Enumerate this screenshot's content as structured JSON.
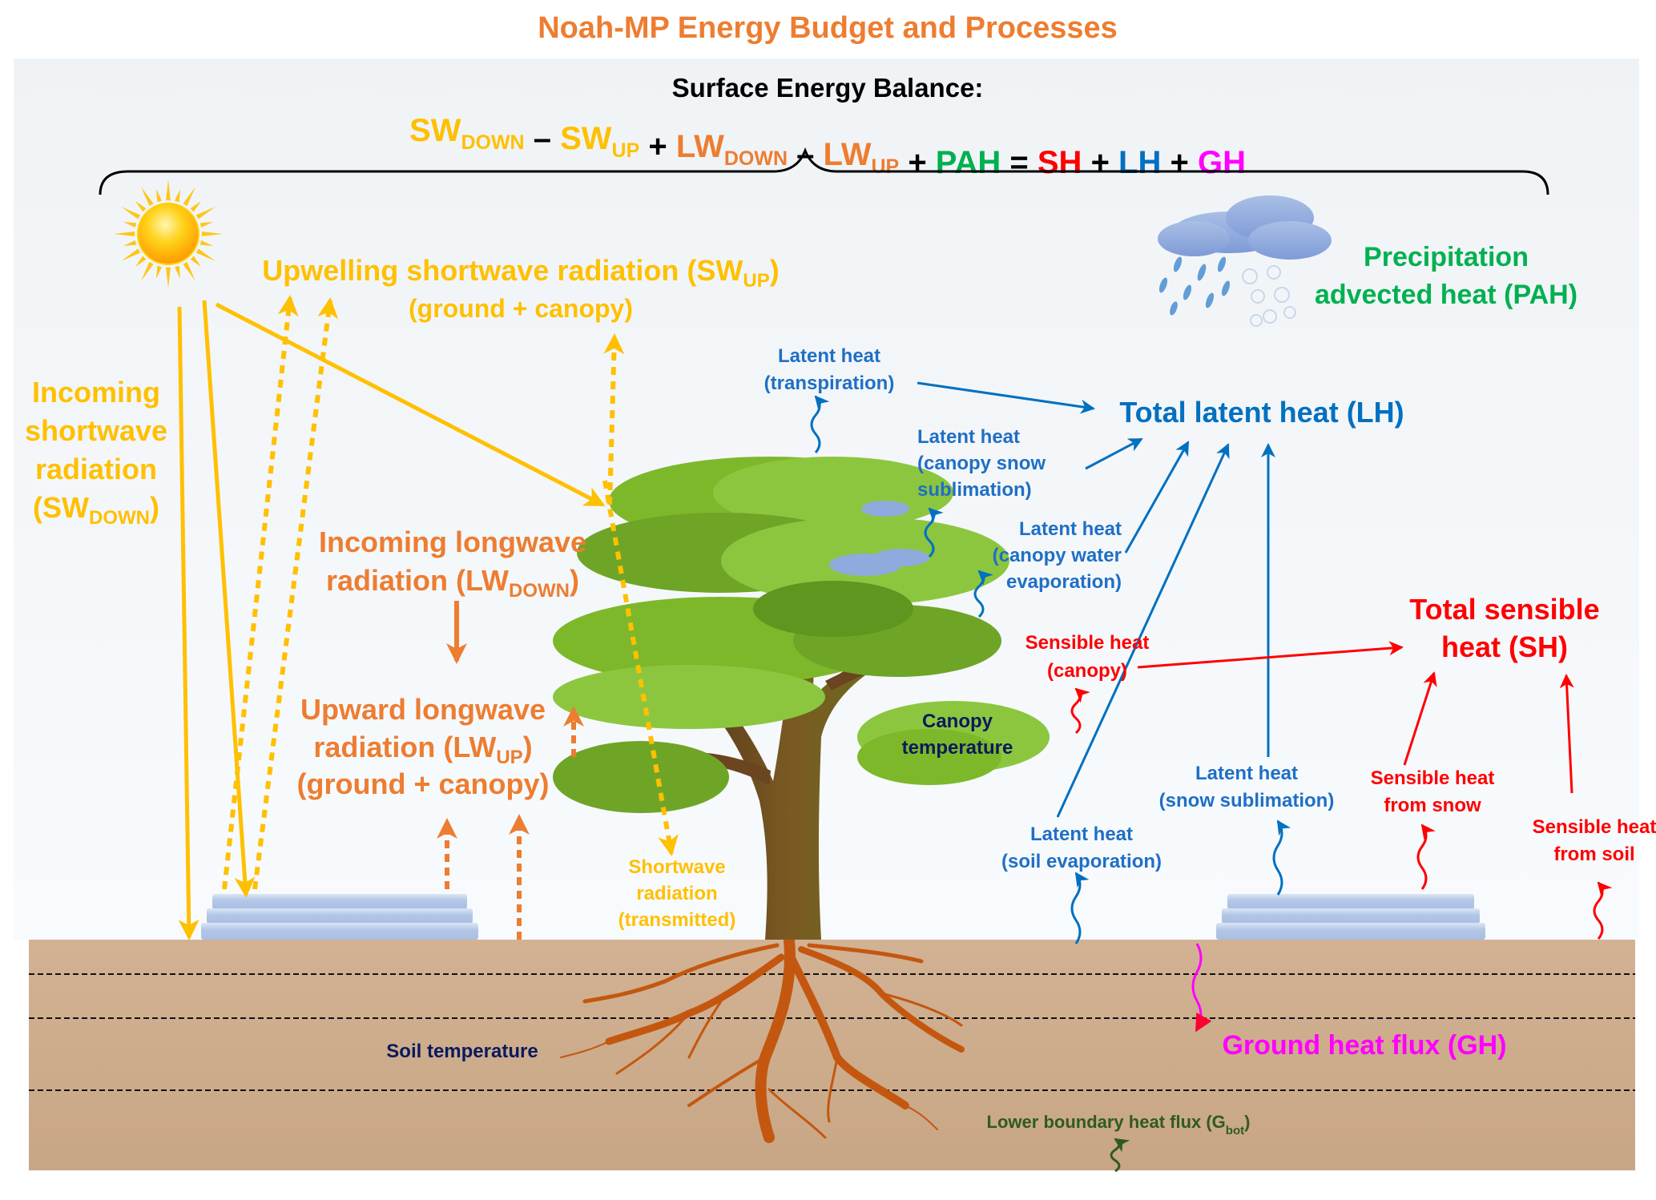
{
  "title": "Noah-MP Energy Budget and Processes",
  "equation": {
    "heading": "Surface Energy Balance:",
    "terms": [
      {
        "base": "SW",
        "sub": "DOWN",
        "color": "#FFC000"
      },
      {
        "op": "–"
      },
      {
        "base": "SW",
        "sub": "UP",
        "color": "#FFC000"
      },
      {
        "op": "+"
      },
      {
        "base": "LW",
        "sub": "DOWN",
        "color": "#ED7D31"
      },
      {
        "op": "–"
      },
      {
        "base": "LW",
        "sub": "UP",
        "color": "#ED7D31"
      },
      {
        "op": "+"
      },
      {
        "base": "PAH",
        "sub": "",
        "color": "#00B050"
      },
      {
        "op": "="
      },
      {
        "base": "SH",
        "sub": "",
        "color": "#FF0000"
      },
      {
        "op": "+"
      },
      {
        "base": "LH",
        "sub": "",
        "color": "#0070C0"
      },
      {
        "op": "+"
      },
      {
        "base": "GH",
        "sub": "",
        "color": "#FF00FF"
      }
    ]
  },
  "labels": {
    "sw_down": {
      "lines": [
        "Incoming",
        "shortwave",
        "radiation"
      ],
      "last_base": "(SW",
      "last_sub": "DOWN",
      "last_end": ")"
    },
    "sw_up": {
      "line1_base": "Upwelling shortwave radiation (SW",
      "line1_sub": "UP",
      "line1_end": ")",
      "line2": "(ground + canopy)"
    },
    "lw_down": {
      "line1": "Incoming longwave",
      "line2_base": "radiation (LW",
      "line2_sub": "DOWN",
      "line2_end": ")"
    },
    "lw_up": {
      "line1": "Upward longwave",
      "line2_base": "radiation (LW",
      "line2_sub": "UP",
      "line2_end": ")",
      "line3": "(ground + canopy)"
    },
    "sw_transmitted": [
      "Shortwave",
      "radiation",
      "(transmitted)"
    ],
    "lh_transpiration": [
      "Latent heat",
      "(transpiration)"
    ],
    "lh_canopy_snow": [
      "Latent heat",
      "(canopy snow",
      "sublimation)"
    ],
    "lh_canopy_water": [
      "Latent heat",
      "(canopy water",
      "evaporation)"
    ],
    "lh_total": "Total latent heat (LH)",
    "lh_soil": [
      "Latent heat",
      "(soil evaporation)"
    ],
    "lh_snow": [
      "Latent heat",
      "(snow sublimation)"
    ],
    "sh_canopy": [
      "Sensible heat",
      "(canopy)"
    ],
    "sh_total": [
      "Total sensible",
      "heat (SH)"
    ],
    "sh_snow": [
      "Sensible heat",
      "from snow"
    ],
    "sh_soil": [
      "Sensible heat",
      "from soil"
    ],
    "pah": [
      "Precipitation",
      "advected heat (PAH)"
    ],
    "canopy_temp": [
      "Canopy",
      "temperature"
    ],
    "soil_temp": "Soil temperature",
    "gh": "Ground heat flux (GH)",
    "gbot": {
      "base": "Lower boundary heat flux (G",
      "sub": "bot",
      "end": ")"
    }
  },
  "colors": {
    "shortwave": "#FFC000",
    "longwave": "#ED7D31",
    "latent": "#0070C0",
    "sensible": "#FF0000",
    "pah": "#00B050",
    "ground": "#FF00FF",
    "gbot": "#2F5C1C",
    "soil": "#C9A98A",
    "snow": "#B4C7E7"
  },
  "icons": [
    "sun-icon",
    "rain-snow-cloud-icon",
    "tree-icon",
    "roots-icon",
    "snowpack-icon"
  ]
}
